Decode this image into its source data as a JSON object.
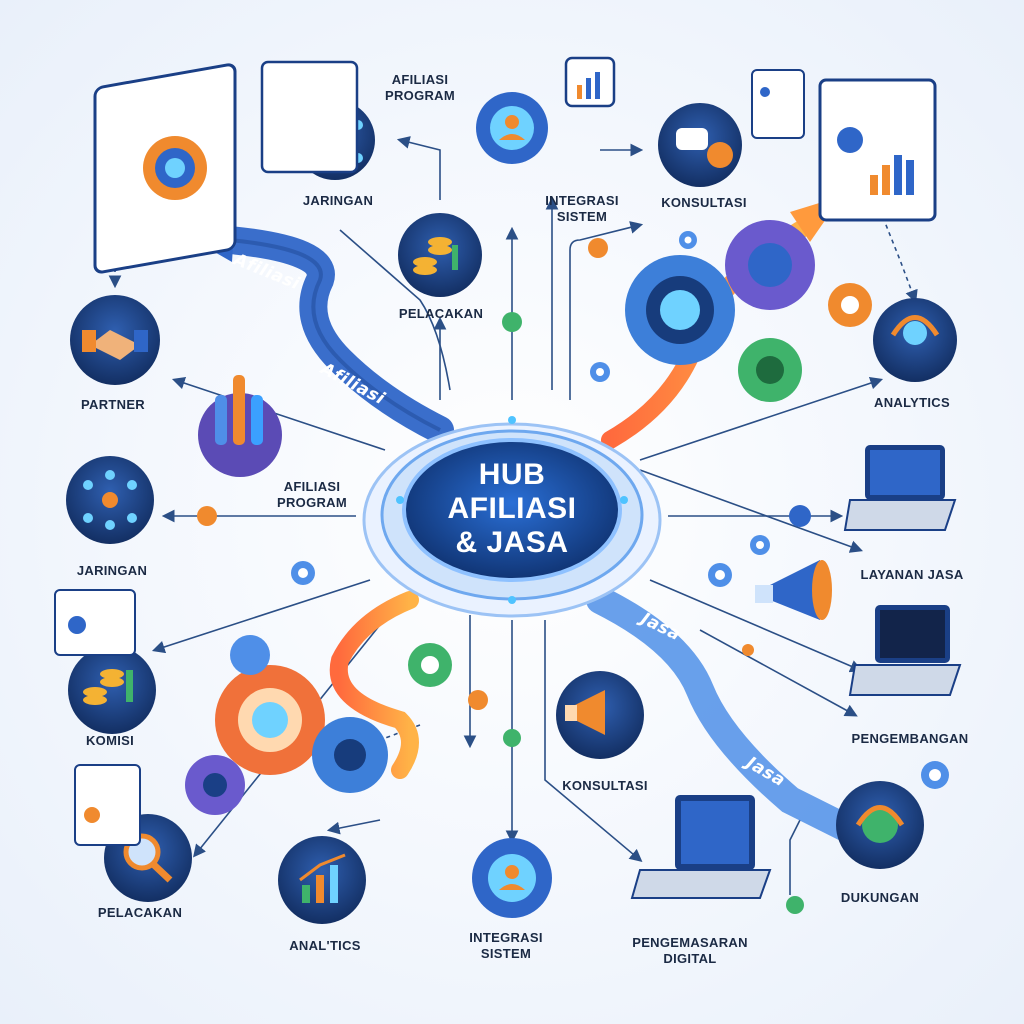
{
  "hub": {
    "title": "HUB\nAFILIASI\n& JASA"
  },
  "ribbons": {
    "afiliasi_top": "Afiliasi",
    "afiliasi_mid": "Afiliasi",
    "jasa_top": "Jasa",
    "jasa_bottom": "Jasa"
  },
  "labels": {
    "afiliasi_program_top": "AFILIASI\nPROGRAM",
    "jaringan_top": "JARINGAN",
    "pelacakan_top": "PELACAKAN",
    "integrasi_sistem_top": "INTEGRASI\nSISTEM",
    "konsultasi_top": "KONSULTASI",
    "partner": "PARTNER",
    "analytics_right": "ANALYTICS",
    "afiliasi_program_left": "AFILIASI\nPROGRAM",
    "jaringan_left": "JARINGAN",
    "layanan_jasa": "LAYANAN JASA",
    "komisi": "KOMISI",
    "pengembangan": "PENGEMBANGAN",
    "konsultasi_bottom": "KONSULTASI",
    "dukungan": "DUKUNGAN",
    "pelacakan_bottom": "PELACAKAN",
    "analytics_bottom": "ANAL'TICS",
    "integrasi_sistem_bottom": "INTEGRASI\nSISTEM",
    "pengemasaran_digital": "PENGEMASARAN\nDIGITAL"
  },
  "colors": {
    "primary_blue": "#1f4e9a",
    "light_blue": "#4f8fe8",
    "orange": "#f08a2e",
    "green": "#3fb36b",
    "purple": "#6a5acd",
    "navy": "#14305f"
  }
}
